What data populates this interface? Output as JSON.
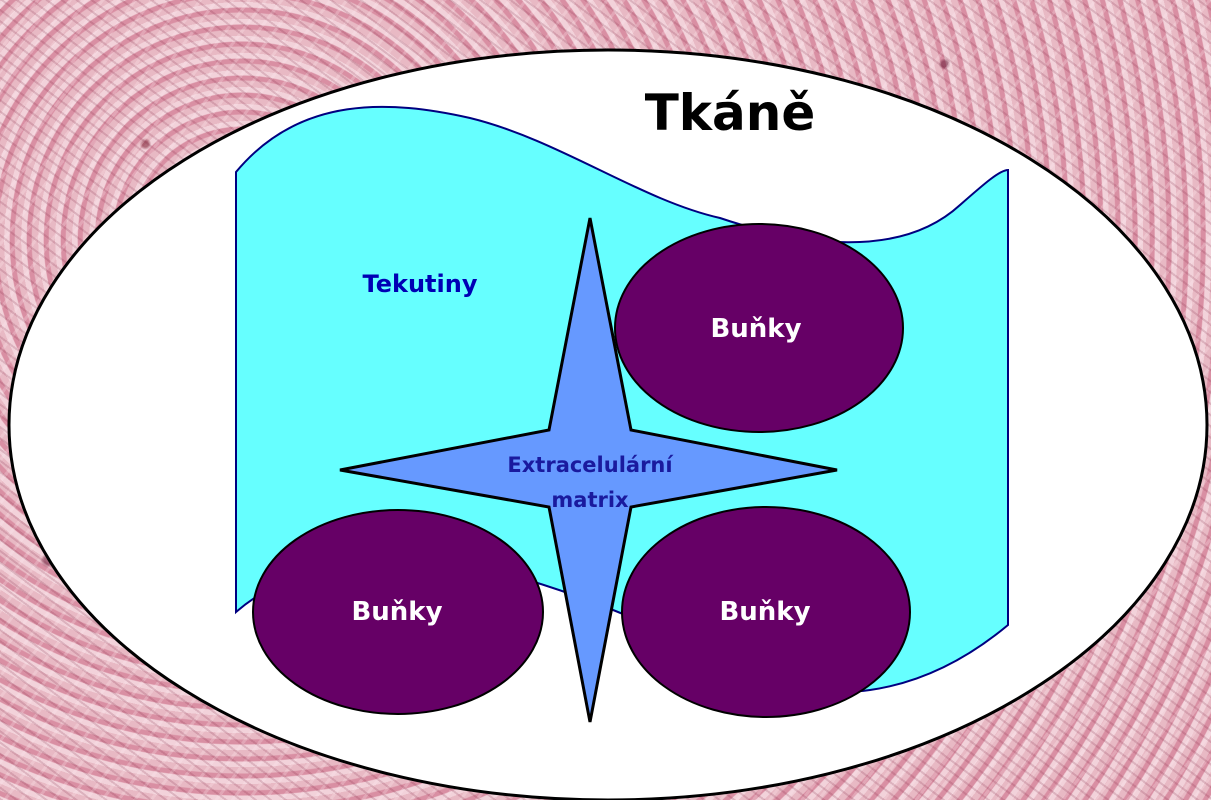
{
  "title": "Tkáně",
  "fluids_label": "Tekutiny",
  "cells": [
    {
      "label": "Buňky"
    },
    {
      "label": "Buňky"
    },
    {
      "label": "Buňky"
    }
  ],
  "matrix": {
    "line1": "Extracelulární",
    "line2": "matrix"
  },
  "colors": {
    "ellipse_fill": "#ffffff",
    "fluid_fill": "#66ffff",
    "fluid_text": "#0000b4",
    "cell_fill": "#660066",
    "cell_text": "#ffffff",
    "matrix_fill": "#6699ff",
    "matrix_text": "#1a1a9e",
    "outline": "#000000"
  },
  "background": "histology-tissue-image"
}
